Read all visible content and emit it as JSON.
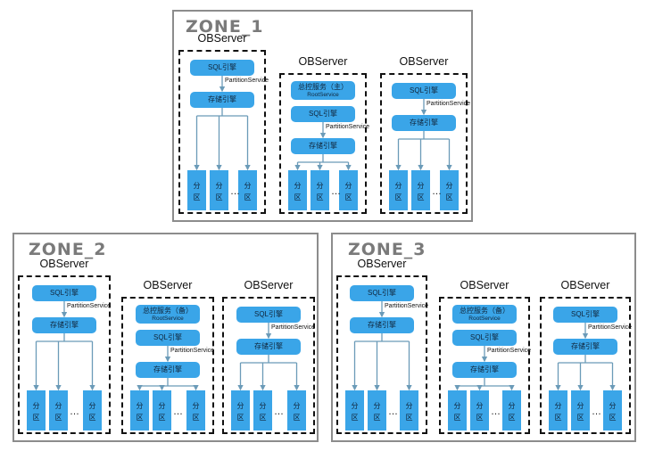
{
  "zones": [
    {
      "title": "ZONE_1",
      "servers": [
        {
          "label": "OBServer",
          "root": null
        },
        {
          "label": "OBServer",
          "root": {
            "line1": "总控服务（主）",
            "line2": "RootService"
          }
        },
        {
          "label": "OBServer",
          "root": null
        }
      ]
    },
    {
      "title": "ZONE_2",
      "servers": [
        {
          "label": "OBServer",
          "root": null
        },
        {
          "label": "OBServer",
          "root": {
            "line1": "总控服务（备）",
            "line2": "RootService"
          }
        },
        {
          "label": "OBServer",
          "root": null
        }
      ]
    },
    {
      "title": "ZONE_3",
      "servers": [
        {
          "label": "OBServer",
          "root": null
        },
        {
          "label": "OBServer",
          "root": {
            "line1": "总控服务（备）",
            "line2": "RootService"
          }
        },
        {
          "label": "OBServer",
          "root": null
        }
      ]
    }
  ],
  "labels": {
    "sql_engine": "SQL引擎",
    "partition_service": "PartitionService",
    "storage_engine": "存储引擎",
    "partition_top": "分",
    "partition_bottom": "区",
    "ellipsis": "…"
  },
  "colors": {
    "block": "#3aa5e8",
    "connector": "#6b9bb8",
    "zone_border": "#8c8c8c"
  }
}
